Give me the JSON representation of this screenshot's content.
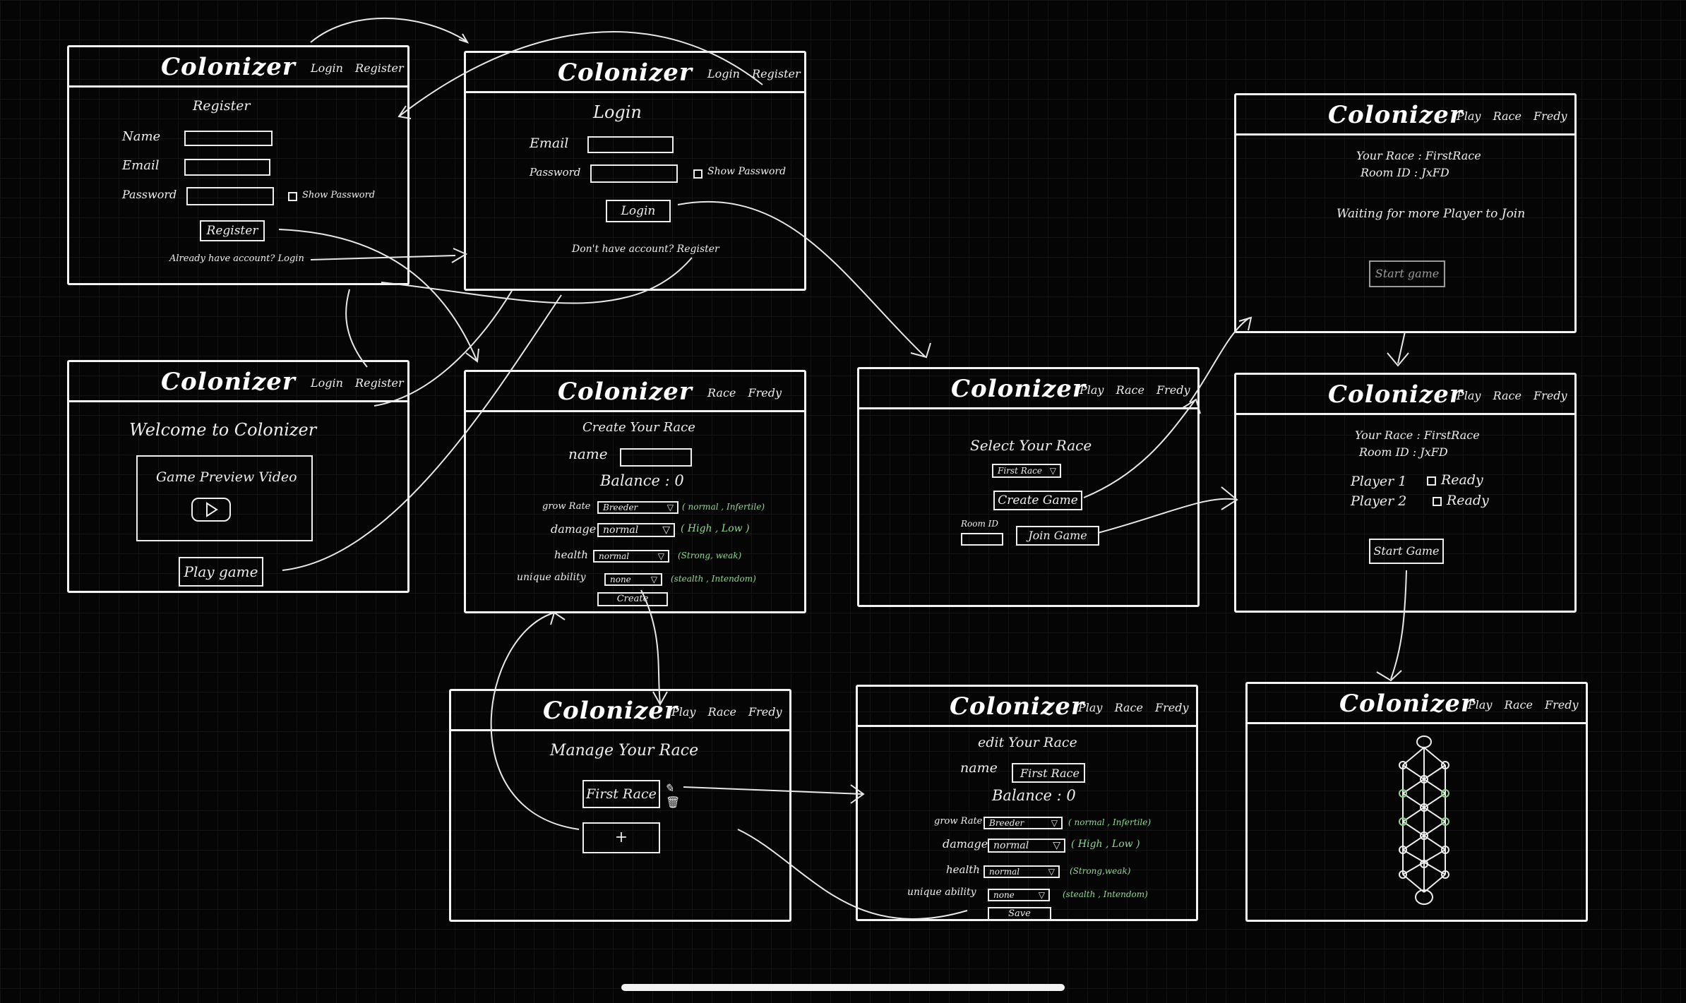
{
  "app_title": "Colonizer",
  "nav": {
    "login": "Login",
    "register": "Register",
    "play": "Play",
    "race": "Race",
    "user": "Fredy"
  },
  "register_screen": {
    "heading": "Register",
    "name_label": "Name",
    "email_label": "Email",
    "password_label": "Password",
    "show_password": "Show Password",
    "register_button": "Register",
    "footer_text": "Already have account? Login"
  },
  "login_screen": {
    "heading": "Login",
    "email_label": "Email",
    "password_label": "Password",
    "show_password": "Show Password",
    "login_button": "Login",
    "footer_text": "Don't have account? Register"
  },
  "welcome_screen": {
    "heading": "Welcome to Colonizer",
    "video_label": "Game Preview Video",
    "play_button": "Play game"
  },
  "create_race_screen": {
    "heading": "Create Your Race",
    "name_label": "name",
    "balance": "Balance : 0",
    "grow_rate_label": "grow Rate",
    "grow_rate_value": "Breeder",
    "grow_rate_hint": "( normal , Infertile)",
    "damage_label": "damage",
    "damage_value": "normal",
    "damage_hint": "( High , Low )",
    "health_label": "health",
    "health_value": "normal",
    "health_hint": "(Strong, weak)",
    "ability_label": "unique ability",
    "ability_value": "none",
    "ability_hint": "(stealth , Intendom)",
    "create_button": "Create"
  },
  "select_race_screen": {
    "heading": "Select Your Race",
    "race_value": "First Race",
    "create_game_button": "Create Game",
    "room_id_label": "Room ID",
    "join_game_button": "Join Game"
  },
  "waiting_screen": {
    "race_line": "Your Race : FirstRace",
    "room_line": "Room ID : JxFD",
    "waiting_text": "Waiting for more Player to Join",
    "start_button": "Start game"
  },
  "lobby_screen": {
    "race_line": "Your Race : FirstRace",
    "room_line": "Room ID : JxFD",
    "player1": "Player 1",
    "player2": "Player 2",
    "ready": "Ready",
    "start_button": "Start Game"
  },
  "manage_race_screen": {
    "heading": "Manage Your Race",
    "race_item": "First Race",
    "add_button": "+"
  },
  "edit_race_screen": {
    "heading": "edit Your Race",
    "name_label": "name",
    "name_value": "First Race",
    "balance": "Balance : 0",
    "grow_rate_label": "grow Rate",
    "grow_rate_value": "Breeder",
    "grow_rate_hint": "( normal , Infertile)",
    "damage_label": "damage",
    "damage_value": "normal",
    "damage_hint": "( High , Low )",
    "health_label": "health",
    "health_value": "normal",
    "health_hint": "(Strong,weak)",
    "ability_label": "unique ability",
    "ability_value": "none",
    "ability_hint": "(stealth , Intendom)",
    "save_button": "Save"
  },
  "colors": {
    "background": "#050505",
    "ink": "#f4f4f4",
    "hint_green": "#8fd88f"
  }
}
